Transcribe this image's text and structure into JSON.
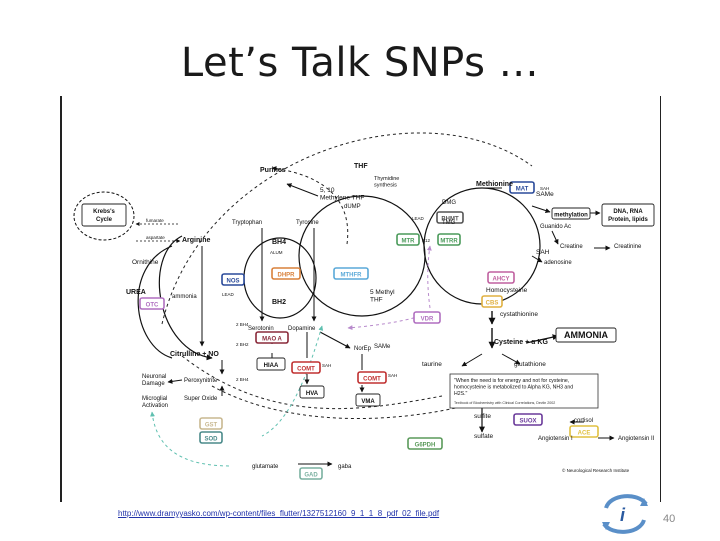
{
  "slide": {
    "title": "Let’s Talk SNPs …",
    "source_link": "http://www.dramyyasko.com/wp-content/files_flutter/1327512160_9_1_1_8_pdf_02_file.pdf",
    "page_number": "40"
  },
  "diagram": {
    "boxes": [
      {
        "key": "krebs",
        "text": "Krebs's Cycle"
      },
      {
        "key": "nos",
        "text": "NOS",
        "color": "#2a4a9a"
      },
      {
        "key": "otc",
        "text": "OTC",
        "color": "#b06fc0"
      },
      {
        "key": "dhpr",
        "text": "DHPR",
        "color": "#d9803a"
      },
      {
        "key": "mthfr",
        "text": "MTHFR",
        "color": "#5aa9d8"
      },
      {
        "key": "mtr",
        "text": "MTR",
        "color": "#4a9a5a"
      },
      {
        "key": "mtrr",
        "text": "MTRR",
        "color": "#4a9a5a"
      },
      {
        "key": "bhmt",
        "text": "BHMT",
        "color": "#555555"
      },
      {
        "key": "mat",
        "text": "MAT",
        "color": "#2a4a9a"
      },
      {
        "key": "ahcy",
        "text": "AHCY",
        "color": "#c060a0"
      },
      {
        "key": "cbs",
        "text": "CBS",
        "color": "#e0b040"
      },
      {
        "key": "vdr",
        "text": "VDR",
        "color": "#b06fc0"
      },
      {
        "key": "maoa",
        "text": "MAO A",
        "color": "#8a2a3a"
      },
      {
        "key": "comt1",
        "text": "COMT",
        "color": "#c03030"
      },
      {
        "key": "comt2",
        "text": "COMT",
        "color": "#c03030"
      },
      {
        "key": "gst",
        "text": "GST",
        "color": "#c8b890"
      },
      {
        "key": "sod",
        "text": "SOD",
        "color": "#4a8a8a"
      },
      {
        "key": "gad",
        "text": "GAD",
        "color": "#7ab0a0"
      },
      {
        "key": "suox",
        "text": "SUOX",
        "color": "#6a3a9a"
      },
      {
        "key": "g6pdh",
        "text": "G6PDH",
        "color": "#5a9a5a"
      },
      {
        "key": "ace",
        "text": "ACE",
        "color": "#e0c040"
      },
      {
        "key": "methylation",
        "text": "methylation"
      },
      {
        "key": "dna",
        "text": "DNA, RNA Protein, lipids"
      },
      {
        "key": "ammonia_box",
        "text": "AMMONIA"
      },
      {
        "key": "hiaa",
        "text": "HIAA"
      },
      {
        "key": "hva",
        "text": "HVA"
      },
      {
        "key": "vma",
        "text": "VMA"
      }
    ],
    "labels": {
      "purines": "Purines",
      "methylene": "5, 10 Methylene THF",
      "thf": "THF",
      "thymidine": "Thymidine synthesis",
      "dump": "dUMP",
      "methionine": "Methionine",
      "same_top": "SAMe",
      "sah_top": "SAH",
      "guanido": "Guanido Ac",
      "creatine": "Creatine",
      "creatinine": "Creatinine",
      "sah": "SAH",
      "adenosine": "adenosine",
      "dmg": "DMG",
      "tmg": "TMG",
      "lead_mtr": "LEAD",
      "b12": "B12",
      "homocysteine": "Homocysteine",
      "cystathionine": "cystathionine",
      "cysteine": "Cysteine + α KG",
      "taurine": "taurine",
      "glutathione": "glutathione",
      "arginine": "Arginine",
      "fumarate": "fumarate",
      "aspartate": "aspartate",
      "ornithine": "Ornithine",
      "urea": "UREA",
      "ammonia": "ammonia",
      "lead_nos": "LEAD",
      "citrulline": "Citrulline + NO",
      "tryptophan": "Tryptophan",
      "tyrosine": "Tyrosine",
      "bh4": "BH4",
      "alum": "ALUM",
      "bh2": "BH2",
      "bh4_side": "2 BH4",
      "bh2_side": "2 BH2",
      "bh4_side2": "2 BH4",
      "methyl_thf": "5 Methyl THF",
      "serotonin": "Serotonin",
      "dopamine": "Dopamine",
      "norep": "NorEp",
      "same_mid": "SAMe",
      "sah_c1": "SAH",
      "sah_c2": "SAH",
      "neuronal": "Neuronal Damage",
      "microglial": "Microglial Activation",
      "peroxynitrite": "Peroxynitrite",
      "superoxide": "Super Oxide",
      "glutamate": "glutamate",
      "gaba": "gaba",
      "sulfite": "sulfite",
      "sulfate": "sulfate",
      "cortisol": "cortisol",
      "angiotensin1": "Angiotensin I",
      "angiotensin2": "Angiotensin II",
      "quote": "\"When the need is for energy and not for cysteine, homocysteine is metabolized to Alpha KG, NH3 and H2S.\"",
      "quote_ref": "Textbook of Biochemistry with Clinical Correlations, Devlin 2002",
      "copyright": "© Neurological Research Institute"
    }
  }
}
